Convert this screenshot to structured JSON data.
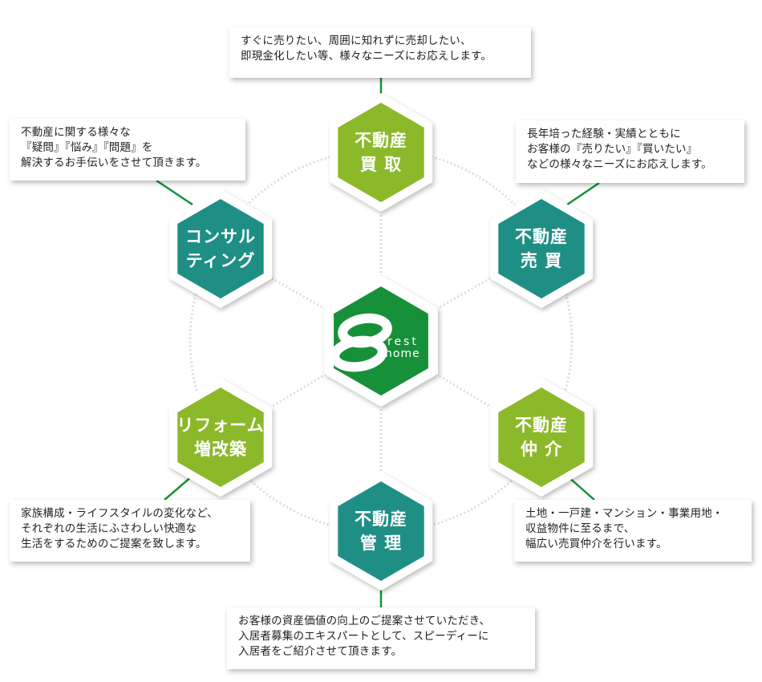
{
  "colors": {
    "green": "#8cb92a",
    "teal": "#1f8f86",
    "logo": "#17903a",
    "connector": "#17903a",
    "ring": "#dcdcdc"
  },
  "logo": {
    "word_top": "rest",
    "word_bottom": "home"
  },
  "services": [
    {
      "id": "kaitori",
      "lines": [
        "不動産",
        "買 取"
      ],
      "color": "green",
      "desc": [
        "すぐに売りたい、周囲に知れずに売却したい、",
        "即現金化したい等、様々なニーズにお応えします。"
      ]
    },
    {
      "id": "baibai",
      "lines": [
        "不動産",
        "売 買"
      ],
      "color": "teal",
      "desc": [
        "長年培った経験・実績とともに",
        "お客様の『売りたい』『買いたい』",
        "などの様々なニーズにお応えします。"
      ]
    },
    {
      "id": "chukai",
      "lines": [
        "不動産",
        "仲 介"
      ],
      "color": "green",
      "desc": [
        "土地・一戸建・マンション・事業用地・",
        "収益物件に至るまで、",
        "幅広い売買仲介を行います。"
      ]
    },
    {
      "id": "kanri",
      "lines": [
        "不動産",
        "管 理"
      ],
      "color": "teal",
      "desc": [
        "お客様の資産価値の向上のご提案させていただき、",
        "入居者募集のエキスパートとして、スピーディーに",
        "入居者をご紹介させて頂きます。"
      ]
    },
    {
      "id": "reform",
      "lines": [
        "リフォーム",
        "増改築"
      ],
      "color": "green",
      "desc": [
        "家族構成・ライフスタイルの変化など、",
        "それぞれの生活にふさわしい快適な",
        "生活をするためのご提案を致します。"
      ]
    },
    {
      "id": "consulting",
      "lines": [
        "コンサル",
        "ティング"
      ],
      "color": "teal",
      "desc": [
        "不動産に関する様々な",
        "『疑問』『悩み』『問題』を",
        "解決するお手伝いをさせて頂きます。"
      ]
    }
  ]
}
